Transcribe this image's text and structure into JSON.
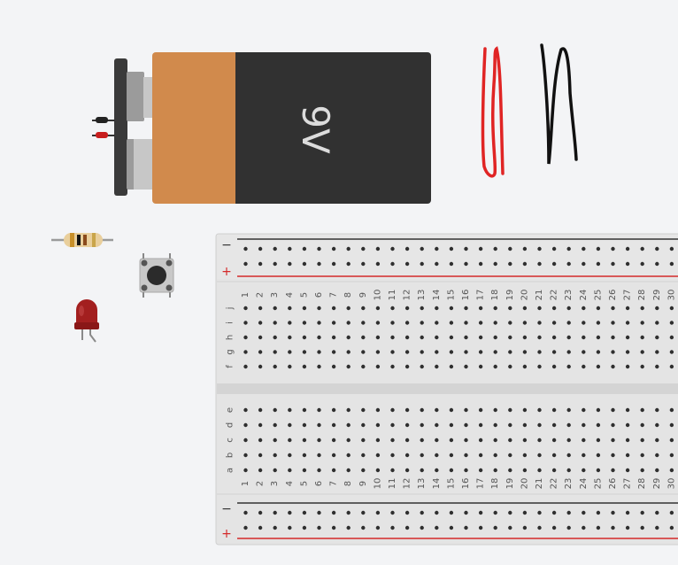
{
  "battery": {
    "label": "9V",
    "body_color": "#313131",
    "band_color": "#d18a4c",
    "terminal_color": "#3a3a3a"
  },
  "wires": [
    {
      "color": "#e02424"
    },
    {
      "color": "#111111"
    }
  ],
  "components": {
    "resistor": {
      "bands": [
        "#c8902a",
        "#111111",
        "#8a4a1c",
        "#c9a54a"
      ]
    },
    "pushbutton": {
      "cap_color": "#2b2b2b"
    },
    "led": {
      "color": "#a31f1f"
    }
  },
  "breadboard": {
    "rail_minus_label": "−",
    "rail_plus_label": "+",
    "minus_line_color": "#333333",
    "plus_line_color": "#d42a2a",
    "columns": [
      "1",
      "2",
      "3",
      "4",
      "5",
      "6",
      "7",
      "8",
      "9",
      "10",
      "11",
      "12",
      "13",
      "14",
      "15",
      "16",
      "17",
      "18",
      "19",
      "20",
      "21",
      "22",
      "23",
      "24",
      "25",
      "26",
      "27",
      "28",
      "29",
      "30"
    ],
    "rows_top": [
      "j",
      "i",
      "h",
      "g",
      "f"
    ],
    "rows_bottom": [
      "e",
      "d",
      "c",
      "b",
      "a"
    ]
  }
}
